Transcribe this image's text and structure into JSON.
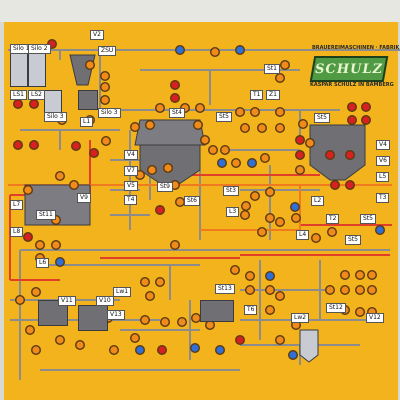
{
  "brand": {
    "top_text": "BRAUEREIMASCHINEN · FABRIK",
    "logo": "SCHULZ",
    "bottom_text": "KASPAR SCHULZ IN BAMBERG"
  },
  "labels": {
    "sil1": "Silo 1",
    "sil2": "Silo 2",
    "v2": "V2",
    "zsu": "ZSU",
    "ls1": "LS1",
    "ls2": "LS2",
    "silo3": "Silo 3",
    "silo3b": "Silo 3",
    "l1": "L1",
    "st1": "St1",
    "t1": "T1",
    "z1": "Z1",
    "st4": "St4",
    "st5": "St5",
    "v4a": "V4",
    "v7": "V7",
    "v5": "V5",
    "st9": "St9",
    "t4": "T4",
    "st11": "St11",
    "l7": "L7",
    "l8": "L8",
    "v9": "V9",
    "l6": "L6",
    "st6": "St6",
    "l3": "L3",
    "st3": "St3",
    "l2": "L2",
    "l4": "L4",
    "t2": "T2",
    "st5b": "St5",
    "st5c": "St5",
    "v4b": "V4",
    "v6": "V6",
    "t3": "T3",
    "l5": "L5",
    "lw1": "Lw1",
    "v11": "V11",
    "v10": "V10",
    "st13": "St13",
    "t6": "T6",
    "st12": "St12",
    "lw2": "Lw2",
    "v12": "V12",
    "v13": "V13"
  },
  "colors": {
    "panel": "#f2b31c",
    "pipe_gray": "#8c8c8c",
    "pipe_red": "#e0402a",
    "pipe_orange": "#f07b1e",
    "lamp_red": "#d92020",
    "lamp_blue": "#2f6fd8",
    "lamp_orange": "#f08a1a",
    "logo_green": "#4f9a43"
  }
}
